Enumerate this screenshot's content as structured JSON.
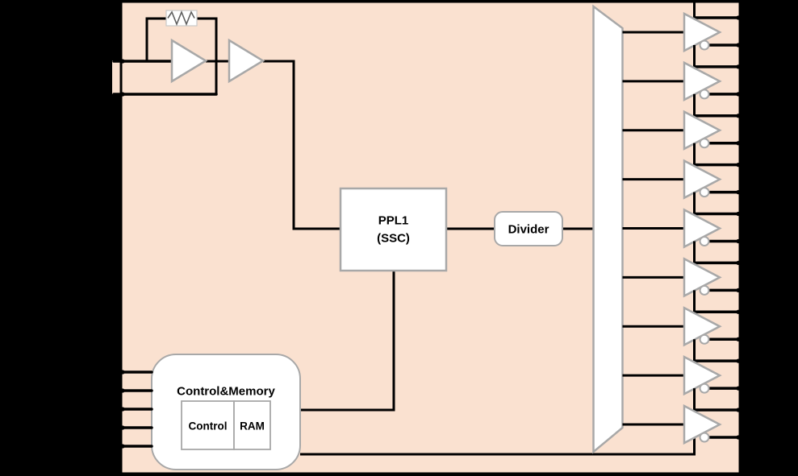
{
  "scene": {
    "background_color": "#000000",
    "chip": {
      "fill": "#FAE1D0",
      "border_color": "#000000"
    },
    "block_style": {
      "fill": "#FFFFFF",
      "border_color": "#A8A8A8",
      "wire_color": "#000000"
    },
    "oscillator": {
      "amplifier_count": 2,
      "feedback_resistor": "zigzag-resistor",
      "crystal_pin_count": 2
    },
    "pll_block": {
      "line1": "PPL1",
      "line2": "(SSC)"
    },
    "divider_block": {
      "label": "Divider"
    },
    "control_memory_block": {
      "title": "Control&Memory",
      "children": {
        "control": "Control",
        "ram": "RAM"
      }
    },
    "pins": {
      "left_control_inputs": 5,
      "right_output_pairs": 9
    },
    "output_buffers": {
      "count": 9,
      "type": "inverting-complementary-pair"
    }
  }
}
